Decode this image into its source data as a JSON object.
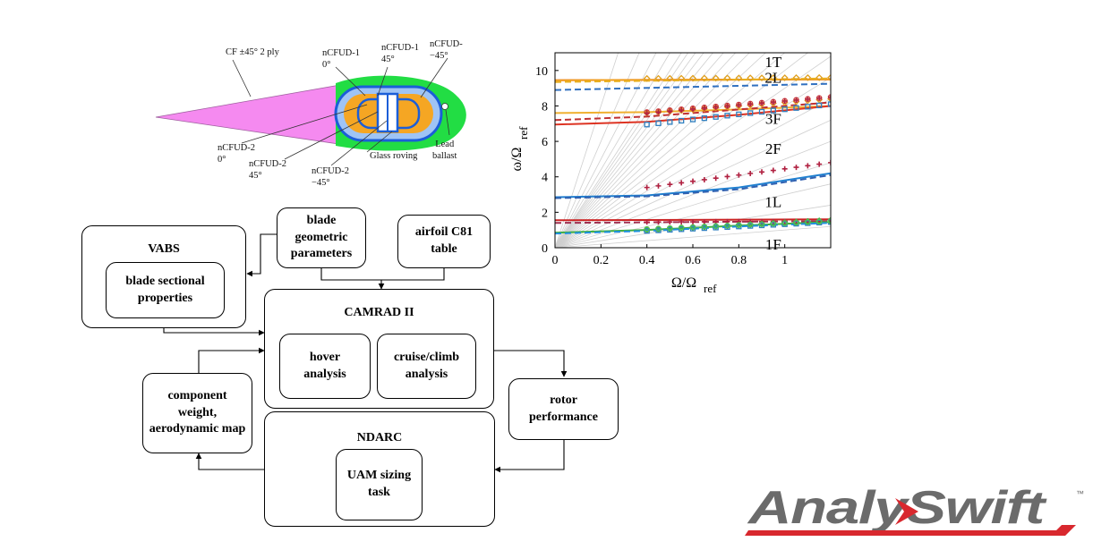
{
  "cross_section": {
    "labels": {
      "cf": "CF ±45° 2 ply",
      "ncfud1_0": "nCFUD-1\n0°",
      "ncfud1_45": "nCFUD-1\n45°",
      "ncfud_m45": "nCFUD-\n−45°",
      "ncfud2_0": "nCFUD-2\n0°",
      "ncfud2_45": "nCFUD-2\n45°",
      "ncfud2_m45": "nCFUD-2\n−45°",
      "glass": "Glass roving",
      "lead": "Lead\nballast"
    },
    "colors": {
      "skin": "#f58af0",
      "outer": "#22dd44",
      "spar": "#f5a623",
      "web": "#1b5ed8",
      "ring": "#9fc4f5"
    }
  },
  "flowchart": {
    "vabs_title": "VABS",
    "vabs_inner": "blade sectional properties",
    "blade_geo": "blade geometric parameters",
    "airfoil": "airfoil C81 table",
    "camrad_title": "CAMRAD II",
    "hover": "hover analysis",
    "cruise": "cruise/climb analysis",
    "component": "component weight, aerodynamic map",
    "rotor": "rotor performance",
    "ndarc_title": "NDARC",
    "uam": "UAM sizing task"
  },
  "chart_data": {
    "type": "line",
    "xlabel": "Ω/Ω",
    "xlabel_sub": "ref",
    "ylabel": "ω/Ω",
    "ylabel_sub": "ref",
    "xlim": [
      0,
      1.2
    ],
    "ylim": [
      0,
      11
    ],
    "xticks": [
      0,
      0.2,
      0.4,
      0.6,
      0.8,
      1
    ],
    "xtick_labels": [
      "0",
      "0.2",
      "0.4",
      "0.6",
      "0.8",
      "1"
    ],
    "yticks": [
      0,
      2,
      4,
      6,
      8,
      10
    ],
    "ytick_labels": [
      "0",
      "2",
      "4",
      "6",
      "8",
      "10"
    ],
    "mode_labels": [
      {
        "text": "1T",
        "x": 0.95,
        "y": 10.5
      },
      {
        "text": "2L",
        "x": 0.95,
        "y": 9.6
      },
      {
        "text": "3F",
        "x": 0.95,
        "y": 7.3
      },
      {
        "text": "2F",
        "x": 0.95,
        "y": 5.6
      },
      {
        "text": "1L",
        "x": 0.95,
        "y": 2.6
      },
      {
        "text": "1F",
        "x": 0.95,
        "y": 0.2
      }
    ],
    "fan_slopes": [
      1,
      2,
      3,
      4,
      5,
      6,
      7,
      8,
      9,
      10,
      11,
      12,
      13,
      14,
      15,
      16,
      17,
      18,
      19,
      20,
      22,
      25,
      30,
      40
    ],
    "series": [
      {
        "color": "#dd2222",
        "dash": false,
        "x": [
          0,
          1.2
        ],
        "y": [
          9.45,
          9.5
        ]
      },
      {
        "color": "#f0a020",
        "dash": false,
        "x": [
          0,
          1.2
        ],
        "y": [
          9.45,
          9.5
        ]
      },
      {
        "color": "#3070c0",
        "dash": true,
        "x": [
          0,
          1.2
        ],
        "y": [
          8.9,
          9.25
        ]
      },
      {
        "color": "#e8b020",
        "dash": true,
        "x": [
          0,
          1.2
        ],
        "y": [
          9.35,
          9.55
        ]
      },
      {
        "color": "#f0b030",
        "dash": false,
        "x": [
          0,
          0.4,
          0.8,
          1.2
        ],
        "y": [
          7.6,
          7.65,
          7.8,
          8.0
        ]
      },
      {
        "color": "#c03030",
        "dash": true,
        "x": [
          0,
          0.4,
          0.8,
          1.2
        ],
        "y": [
          7.2,
          7.4,
          7.8,
          8.2
        ]
      },
      {
        "color": "#dd3322",
        "dash": false,
        "x": [
          0,
          0.4,
          0.8,
          1.2
        ],
        "y": [
          6.95,
          7.1,
          7.5,
          8.0
        ]
      },
      {
        "color": "#2080d0",
        "dash": false,
        "x": [
          0,
          0.4,
          0.8,
          1.2
        ],
        "y": [
          2.85,
          2.95,
          3.4,
          4.2
        ]
      },
      {
        "color": "#3060b0",
        "dash": true,
        "x": [
          0,
          0.4,
          0.8,
          1.2
        ],
        "y": [
          2.8,
          2.9,
          3.3,
          4.1
        ]
      },
      {
        "color": "#cc2222",
        "dash": false,
        "x": [
          0,
          1.2
        ],
        "y": [
          1.55,
          1.6
        ]
      },
      {
        "color": "#a03050",
        "dash": true,
        "x": [
          0,
          1.2
        ],
        "y": [
          1.4,
          1.5
        ]
      },
      {
        "color": "#40b040",
        "dash": false,
        "x": [
          0,
          0.4,
          0.8,
          1.2
        ],
        "y": [
          0.85,
          1.0,
          1.25,
          1.45
        ]
      },
      {
        "color": "#2090e0",
        "dash": true,
        "x": [
          0,
          0.4,
          0.8,
          1.2
        ],
        "y": [
          0.8,
          0.95,
          1.2,
          1.4
        ]
      }
    ],
    "markers": [
      {
        "shape": "diamond",
        "color": "#e0a020",
        "y0": 9.55,
        "y1": 9.6
      },
      {
        "shape": "diamond",
        "color": "#e0a020",
        "y0": 7.6,
        "y1": 8.4
      },
      {
        "shape": "circle",
        "color": "#d04040",
        "y0": 7.65,
        "y1": 8.5
      },
      {
        "shape": "plus",
        "color": "#b02040",
        "y0": 7.6,
        "y1": 8.5
      },
      {
        "shape": "square",
        "color": "#3080c0",
        "y0": 6.95,
        "y1": 8.1
      },
      {
        "shape": "plus",
        "color": "#b02040",
        "y0": 3.4,
        "y1": 4.8
      },
      {
        "shape": "plus",
        "color": "#b02040",
        "y0": 1.45,
        "y1": 1.5
      },
      {
        "shape": "diamond",
        "color": "#40b040",
        "y0": 1.0,
        "y1": 1.55
      },
      {
        "shape": "square",
        "color": "#3080c0",
        "y0": 0.95,
        "y1": 1.45
      },
      {
        "shape": "circle",
        "color": "#50c050",
        "y0": 1.05,
        "y1": 1.5
      }
    ]
  },
  "logo": {
    "text": "AnalySwift",
    "tm": "™",
    "color_dark": "#6b6b6b",
    "color_accent": "#d8282e"
  }
}
